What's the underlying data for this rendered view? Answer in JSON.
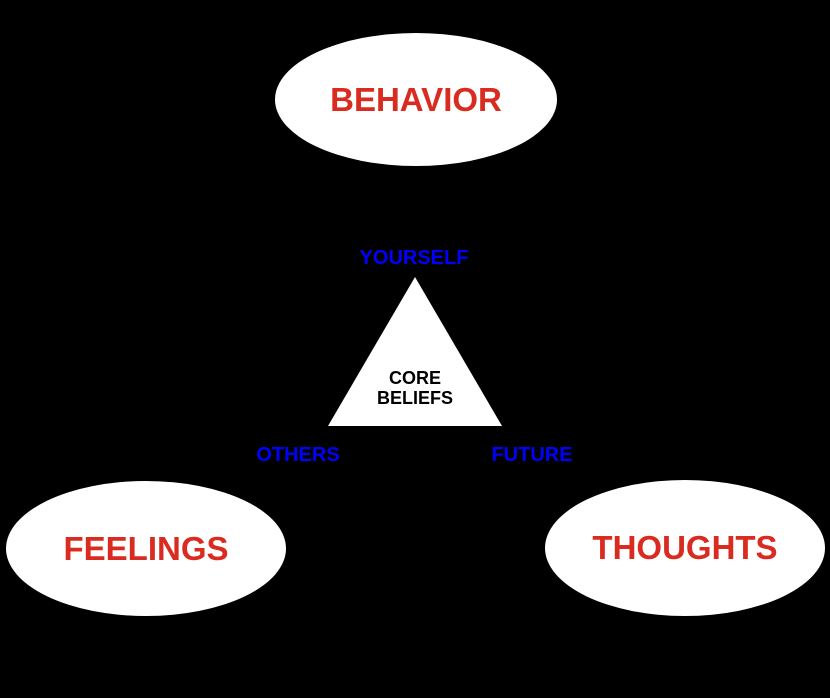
{
  "colors": {
    "background": "#000000",
    "shape_fill": "#ffffff",
    "node_label_red": "#d92b1f",
    "corner_label_blue": "#0000fe",
    "core_label_black": "#000000"
  },
  "ellipses": [
    {
      "id": "behavior",
      "label": "BEHAVIOR"
    },
    {
      "id": "feelings",
      "label": "FEELINGS"
    },
    {
      "id": "thoughts",
      "label": "THOUGHTS"
    }
  ],
  "triangle": {
    "line1": "CORE",
    "line2": "BELIEFS",
    "corner_labels": {
      "top": "YOURSELF",
      "bottom_left": "OTHERS",
      "bottom_right": "FUTURE"
    }
  }
}
